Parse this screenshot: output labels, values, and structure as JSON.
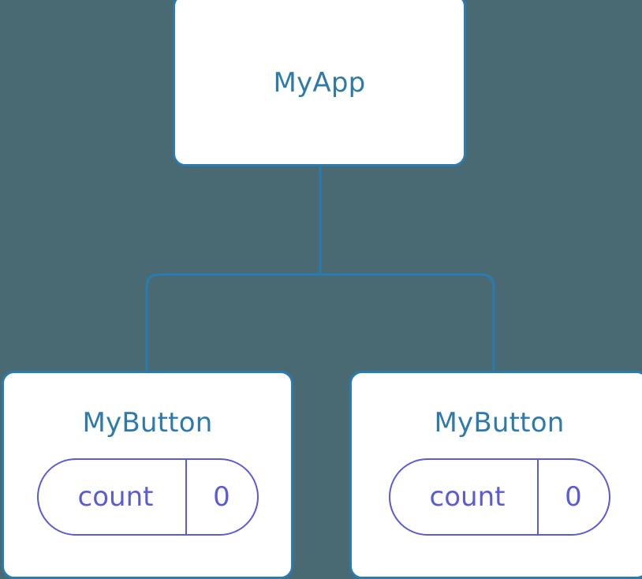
{
  "diagram": {
    "type": "component-tree",
    "background_color": "#4a6a73",
    "node_fill": "#ffffff",
    "node_border_color": "#2a7cb0",
    "title_color": "#2e7aab",
    "state_color": "#5b5bd6",
    "connector_color": "#2a7cb0",
    "root": {
      "label": "MyApp"
    },
    "children": [
      {
        "label": "MyButton",
        "state": {
          "key": "count",
          "value": "0"
        }
      },
      {
        "label": "MyButton",
        "state": {
          "key": "count",
          "value": "0"
        }
      }
    ]
  }
}
